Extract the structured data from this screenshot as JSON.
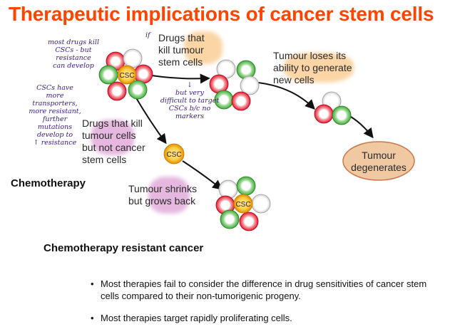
{
  "title": "Therapeutic implications of cancer stem cells",
  "cell_label": "CSC",
  "labels": {
    "drugs_kill_csc": [
      "Drugs that",
      "kill tumour",
      "stem cells"
    ],
    "loses_ability": [
      "Tumour loses its",
      "ability to generate",
      "new cells"
    ],
    "drugs_kill_tumour": [
      "Drugs that kill",
      "tumour cells",
      "but not cancer",
      "stem cells"
    ],
    "shrinks": [
      "Tumour shrinks",
      "but grows back"
    ],
    "degenerates": [
      "Tumour",
      "degenerates"
    ]
  },
  "handwritten": {
    "note_left": [
      "most drugs kill",
      "CSCs - but",
      "resistance",
      "can develop"
    ],
    "note_left2": [
      "CSCs have",
      "more transporters,",
      "more resistant,",
      "further",
      "mutations",
      "develop to",
      "↑ resistance"
    ],
    "if_mark": "if",
    "note_mid": [
      "↓",
      "but very",
      "difficult to target",
      "CSCs b/c no",
      "markers"
    ]
  },
  "chemotherapy": "Chemotherapy",
  "resistant": "Chemotherapy resistant cancer",
  "bullets": [
    "Most therapies fail to consider the difference in drug sensitivities of cancer stem cells compared to their non-tumorigenic progeny.",
    "Most therapies target rapidly proliferating cells."
  ],
  "colors": {
    "title": "#ff4400",
    "highlight_orange": "#fbd5a6",
    "highlight_purple": "#e6b8e0",
    "cell_red": "#e8192c",
    "cell_green": "#3fae3a",
    "cell_csc": "#f5a800",
    "degenerates_fill": "#f0c9a3",
    "degenerates_border": "#c9784a",
    "handwriting": "#3a1a8a"
  }
}
